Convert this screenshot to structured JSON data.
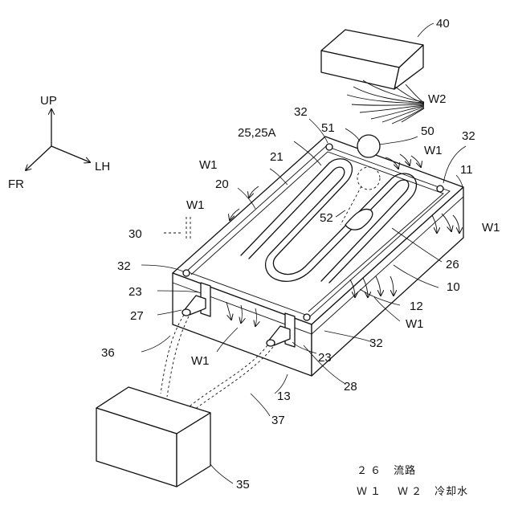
{
  "axes": {
    "up": "UP",
    "lh": "LH",
    "fr": "FR"
  },
  "labels": {
    "n40": "40",
    "w2": "W2",
    "n32a": "32",
    "n51": "51",
    "n50": "50",
    "n25": "25,25A",
    "n32b": "32",
    "w1a": "W1",
    "n11": "11",
    "w1b": "W1",
    "n21": "21",
    "n20": "20",
    "w1c": "W1",
    "n52": "52",
    "w1d": "W1",
    "n30": "30",
    "n32c": "32",
    "n26": "26",
    "n23a": "23",
    "n10": "10",
    "n27": "27",
    "n12": "12",
    "w1e": "W1",
    "n36": "36",
    "n32d": "32",
    "w1f": "W1",
    "n23b": "23",
    "n28": "28",
    "n13": "13",
    "n37": "37",
    "n35": "35"
  },
  "legend": [
    {
      "key": "２６",
      "value": "流路"
    },
    {
      "key": "Ｗ１　Ｗ２",
      "value": "冷却水"
    }
  ]
}
